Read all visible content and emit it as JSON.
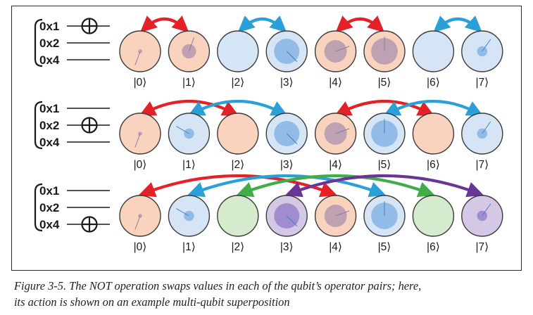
{
  "figure": {
    "caption_line1": "Figure 3-5. The NOT operation swaps values in each of the qubit’s operator pairs; here,",
    "caption_line2": "its action is shown on an example multi-qubit superposition"
  },
  "colors": {
    "pair_red": "#e32127",
    "pair_blue": "#2a9fd8",
    "pair_green": "#3fae49",
    "pair_purple": "#6a3696",
    "fill_orange": "#f9d3bd",
    "fill_blue": "#d5e5f6",
    "fill_green": "#d5ebcd",
    "fill_purple": "#d5c8e7",
    "inner_orange": "#b79cb0",
    "inner_blue": "#8bb6e6",
    "inner_purple": "#9a86cc"
  },
  "qubit_labels": [
    "0x1",
    "0x2",
    "0x4"
  ],
  "icons": {
    "not_gate": "circled-plus-icon"
  },
  "rows": [
    {
      "not_target": "0x1",
      "states": [
        {
          "label": "|0⟩",
          "color": "orange",
          "magnitude": 0.1,
          "phase_deg": 200
        },
        {
          "label": "|1⟩",
          "color": "orange",
          "magnitude": 0.35,
          "phase_deg": 20
        },
        {
          "label": "|2⟩",
          "color": "blue",
          "magnitude": 0,
          "phase_deg": 0
        },
        {
          "label": "|3⟩",
          "color": "blue",
          "magnitude": 0.62,
          "phase_deg": 135
        },
        {
          "label": "|4⟩",
          "color": "orange",
          "magnitude": 0.55,
          "phase_deg": 70
        },
        {
          "label": "|5⟩",
          "color": "orange",
          "magnitude": 0.65,
          "phase_deg": 0
        },
        {
          "label": "|6⟩",
          "color": "blue",
          "magnitude": 0,
          "phase_deg": 0
        },
        {
          "label": "|7⟩",
          "color": "blue",
          "magnitude": 0.25,
          "phase_deg": 35
        }
      ],
      "swap_pairs": [
        {
          "from": 0,
          "to": 1,
          "color": "red"
        },
        {
          "from": 2,
          "to": 3,
          "color": "blue"
        },
        {
          "from": 4,
          "to": 5,
          "color": "red"
        },
        {
          "from": 6,
          "to": 7,
          "color": "blue"
        }
      ]
    },
    {
      "not_target": "0x2",
      "states": [
        {
          "label": "|0⟩",
          "color": "orange",
          "magnitude": 0.1,
          "phase_deg": 200
        },
        {
          "label": "|1⟩",
          "color": "blue",
          "magnitude": 0.25,
          "phase_deg": 300
        },
        {
          "label": "|2⟩",
          "color": "orange",
          "magnitude": 0,
          "phase_deg": 0
        },
        {
          "label": "|3⟩",
          "color": "blue",
          "magnitude": 0.62,
          "phase_deg": 135
        },
        {
          "label": "|4⟩",
          "color": "orange",
          "magnitude": 0.55,
          "phase_deg": 70
        },
        {
          "label": "|5⟩",
          "color": "blue",
          "magnitude": 0.65,
          "phase_deg": 0
        },
        {
          "label": "|6⟩",
          "color": "orange",
          "magnitude": 0,
          "phase_deg": 0
        },
        {
          "label": "|7⟩",
          "color": "blue",
          "magnitude": 0.25,
          "phase_deg": 35
        }
      ],
      "swap_pairs": [
        {
          "from": 0,
          "to": 2,
          "color": "red"
        },
        {
          "from": 1,
          "to": 3,
          "color": "blue"
        },
        {
          "from": 4,
          "to": 6,
          "color": "red"
        },
        {
          "from": 5,
          "to": 7,
          "color": "blue"
        }
      ]
    },
    {
      "not_target": "0x4",
      "states": [
        {
          "label": "|0⟩",
          "color": "orange",
          "magnitude": 0.1,
          "phase_deg": 200
        },
        {
          "label": "|1⟩",
          "color": "blue",
          "magnitude": 0.25,
          "phase_deg": 300
        },
        {
          "label": "|2⟩",
          "color": "green",
          "magnitude": 0,
          "phase_deg": 0
        },
        {
          "label": "|3⟩",
          "color": "purple",
          "magnitude": 0.62,
          "phase_deg": 135
        },
        {
          "label": "|4⟩",
          "color": "orange",
          "magnitude": 0.55,
          "phase_deg": 70
        },
        {
          "label": "|5⟩",
          "color": "blue",
          "magnitude": 0.65,
          "phase_deg": 0
        },
        {
          "label": "|6⟩",
          "color": "green",
          "magnitude": 0,
          "phase_deg": 0
        },
        {
          "label": "|7⟩",
          "color": "purple",
          "magnitude": 0.25,
          "phase_deg": 35
        }
      ],
      "swap_pairs": [
        {
          "from": 0,
          "to": 4,
          "color": "red"
        },
        {
          "from": 1,
          "to": 5,
          "color": "blue"
        },
        {
          "from": 2,
          "to": 6,
          "color": "green"
        },
        {
          "from": 3,
          "to": 7,
          "color": "purple"
        }
      ]
    }
  ]
}
